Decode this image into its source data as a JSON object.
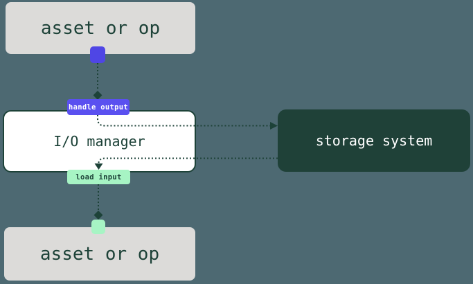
{
  "canvas": {
    "background": "#4d6972"
  },
  "colors": {
    "node_gray": "#dcdbd9",
    "node_white": "#ffffff",
    "dark_green": "#1d4238",
    "node_text_green": "#234840",
    "storage_green": "#1f4138",
    "accent_purple": "#4f46e5",
    "badge_purple": "#5a50f0",
    "accent_mint": "#a7f4c4",
    "text_light": "#ffffff",
    "connector_green": "#1d4238"
  },
  "nodes": {
    "asset_top": {
      "label": "asset or op"
    },
    "io_manager": {
      "label": "I/O manager"
    },
    "storage_system": {
      "label": "storage system"
    },
    "asset_bottom": {
      "label": "asset or op"
    }
  },
  "edge_labels": {
    "handle_output": {
      "label": "handle output"
    },
    "load_input": {
      "label": "load input"
    }
  }
}
